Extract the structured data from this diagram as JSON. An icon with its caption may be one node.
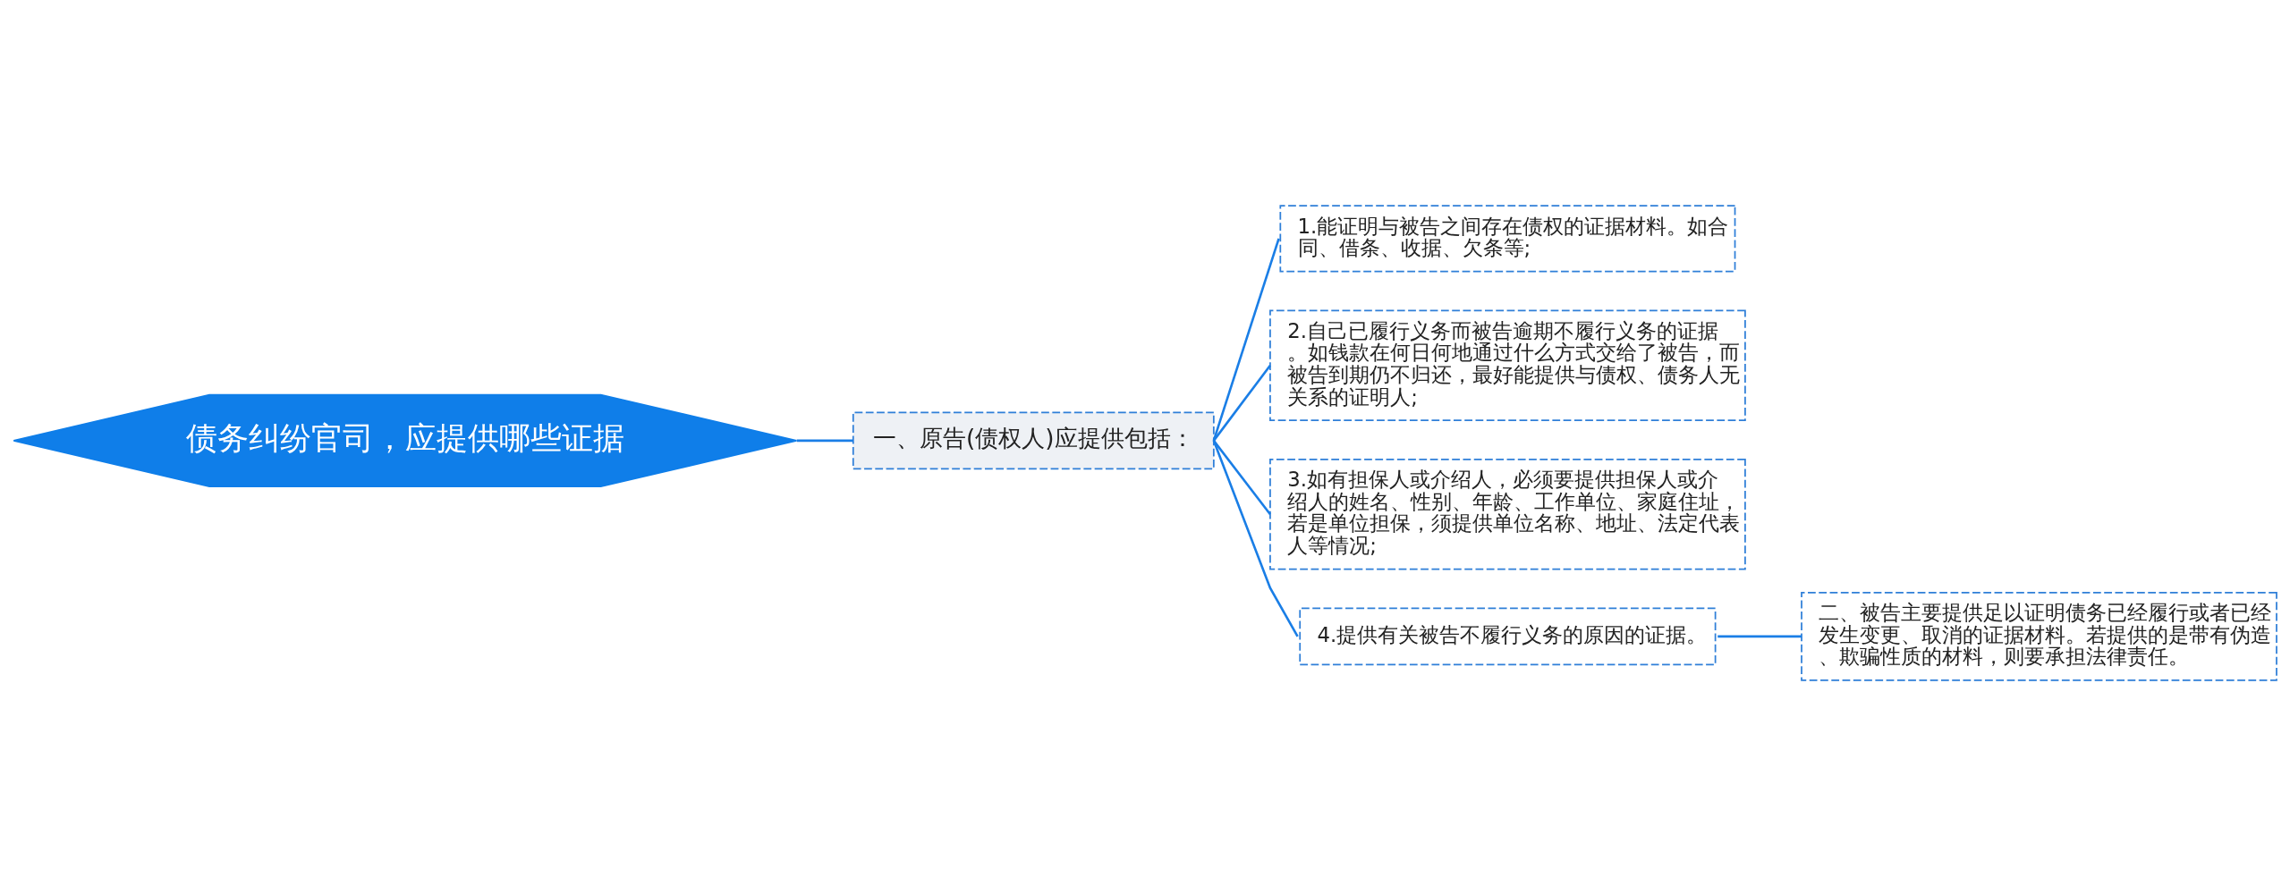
{
  "diagram": {
    "nodes": [
      {
        "text": [
          "债务纠纷官司，应提供哪些证据"
        ]
      },
      {
        "text": [
          "一、原告(债权人)应提供包括："
        ]
      },
      {
        "text": [
          "1.能证明与被告之间存在债权的证据材料。如合同、借条、收据、欠条等;"
        ]
      },
      {
        "text": [
          "2.自己已履行义务而被告逾期不履行义务的证据。如钱款在何日何地通过什么方式交给了被告，而被告到期仍不归还，最好能提供与债权、债务人无关系的证明人;"
        ]
      },
      {
        "text": [
          "3.如有担保人或介绍人，必须要提供担保人或介绍人的姓名、性别、年龄、工作单位、家庭住址，若是单位担保，须提供单位名称、地址、法定代表人等情况;"
        ]
      },
      {
        "text": [
          "4.提供有关被告不履行义务的原因的证据。"
        ]
      },
      {
        "text": [
          "二、被告主要提供足以证明债务已经履行或者已经发生变更、取消的证据材料。若提供的是带有伪造、欺骗性质的材料，则要承担法律责任。"
        ]
      }
    ],
    "edges": [
      {
        "from": 0,
        "to": 1,
        "arrow": "none"
      },
      {
        "from": 1,
        "to": 2,
        "arrow": "none"
      },
      {
        "from": 1,
        "to": 3,
        "arrow": "none"
      },
      {
        "from": 1,
        "to": 4,
        "arrow": "none"
      },
      {
        "from": 1,
        "to": 5,
        "arrow": "none"
      },
      {
        "from": 5,
        "to": 6,
        "arrow": "none"
      }
    ]
  }
}
